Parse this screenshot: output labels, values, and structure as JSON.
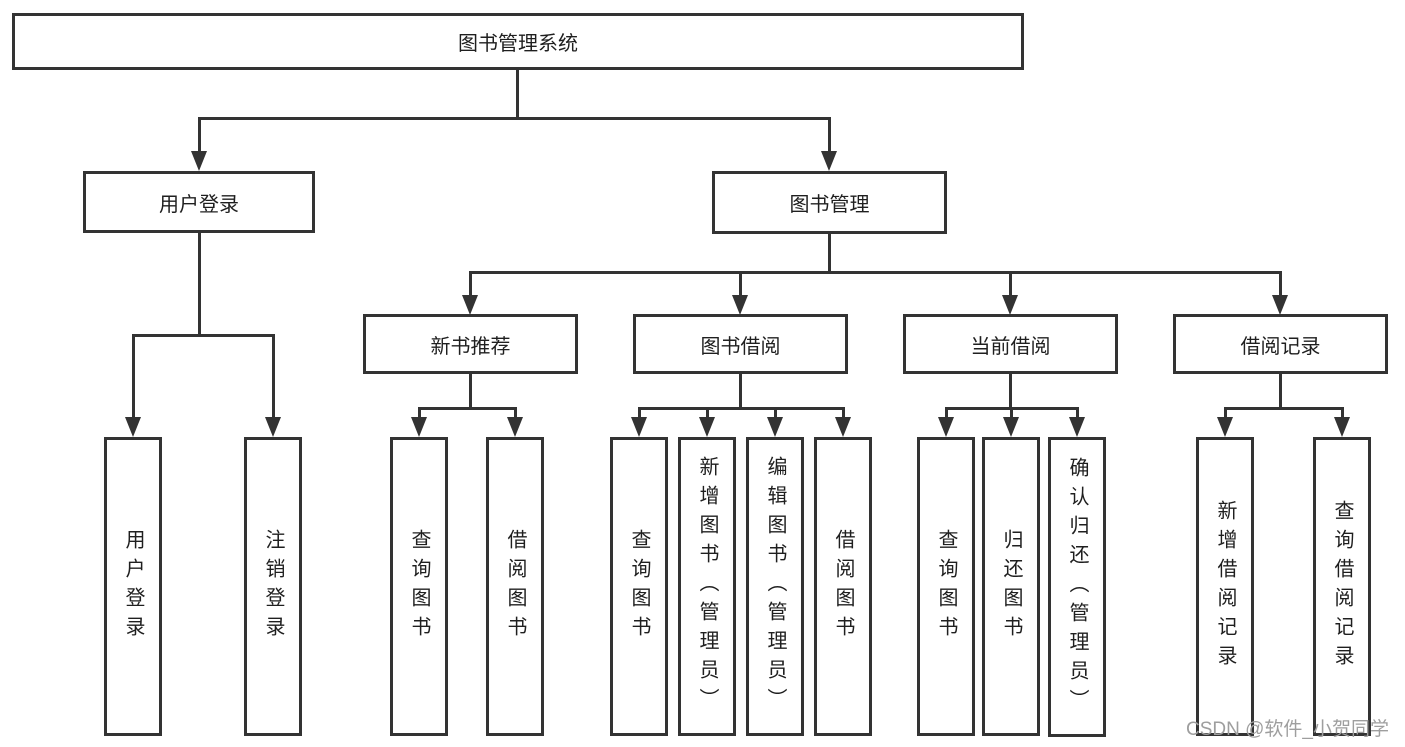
{
  "colors": {
    "line": "#333333",
    "box_border": "#333333",
    "text": "#1f1f1f",
    "watermark": "#9e9e9e",
    "background": "#ffffff"
  },
  "watermark": {
    "text": "CSDN @软件_小贺同学"
  },
  "tree": {
    "root": {
      "label": "图书管理系统"
    },
    "children": [
      {
        "label": "用户登录",
        "children": [
          {
            "label": "用户登录"
          },
          {
            "label": "注销登录"
          }
        ]
      },
      {
        "label": "图书管理",
        "children": [
          {
            "label": "新书推荐",
            "children": [
              {
                "label": "查询图书"
              },
              {
                "label": "借阅图书"
              }
            ]
          },
          {
            "label": "图书借阅",
            "children": [
              {
                "label": "查询图书"
              },
              {
                "label": "新增图书（管理员）"
              },
              {
                "label": "编辑图书（管理员）"
              },
              {
                "label": "借阅图书"
              }
            ]
          },
          {
            "label": "当前借阅",
            "children": [
              {
                "label": "查询图书"
              },
              {
                "label": "归还图书"
              },
              {
                "label": "确认归还（管理员）"
              }
            ]
          },
          {
            "label": "借阅记录",
            "children": [
              {
                "label": "新增借阅记录"
              },
              {
                "label": "查询借阅记录"
              }
            ]
          }
        ]
      }
    ]
  }
}
